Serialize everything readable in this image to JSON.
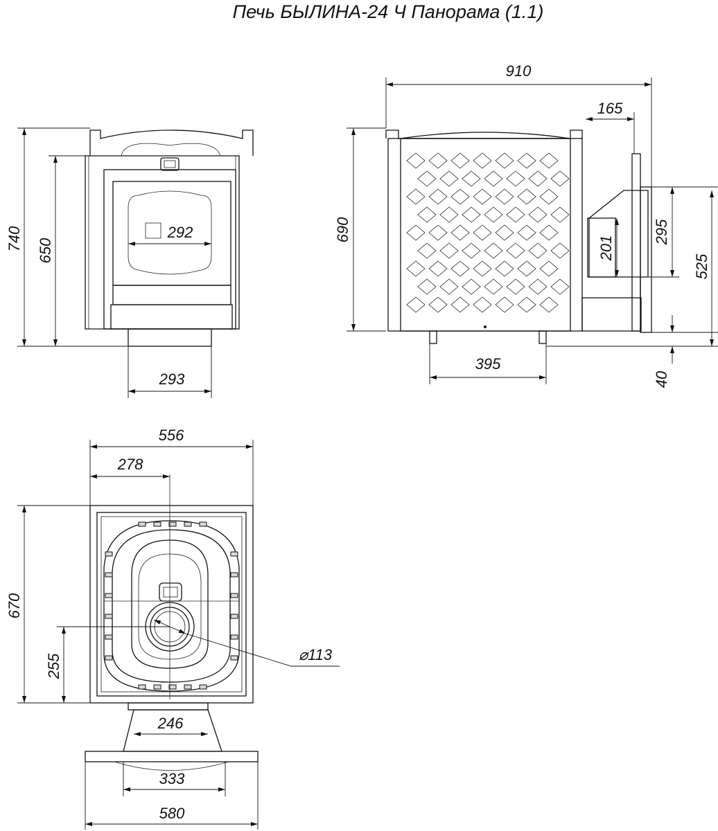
{
  "title": "Печь БЫЛИНА-24  Ч Панорама (1.1)",
  "front_view": {
    "height_total": "740",
    "height_body": "650",
    "door_width": "292",
    "base_width": "293"
  },
  "side_view": {
    "depth_total": "910",
    "chimney_offset": "165",
    "height_body": "690",
    "outlet_height": "201",
    "outlet_frame": "295",
    "outlet_elevation": "525",
    "leg_height": "40",
    "leg_spacing": "395"
  },
  "top_view": {
    "width": "556",
    "half_width": "278",
    "depth": "670",
    "flue_offset": "255",
    "flue_diameter": "⌀113",
    "tunnel_width": "246",
    "plate_inner": "333",
    "plate_width": "580"
  },
  "colors": {
    "line": "#111111",
    "fill": "#d8d8d8"
  }
}
